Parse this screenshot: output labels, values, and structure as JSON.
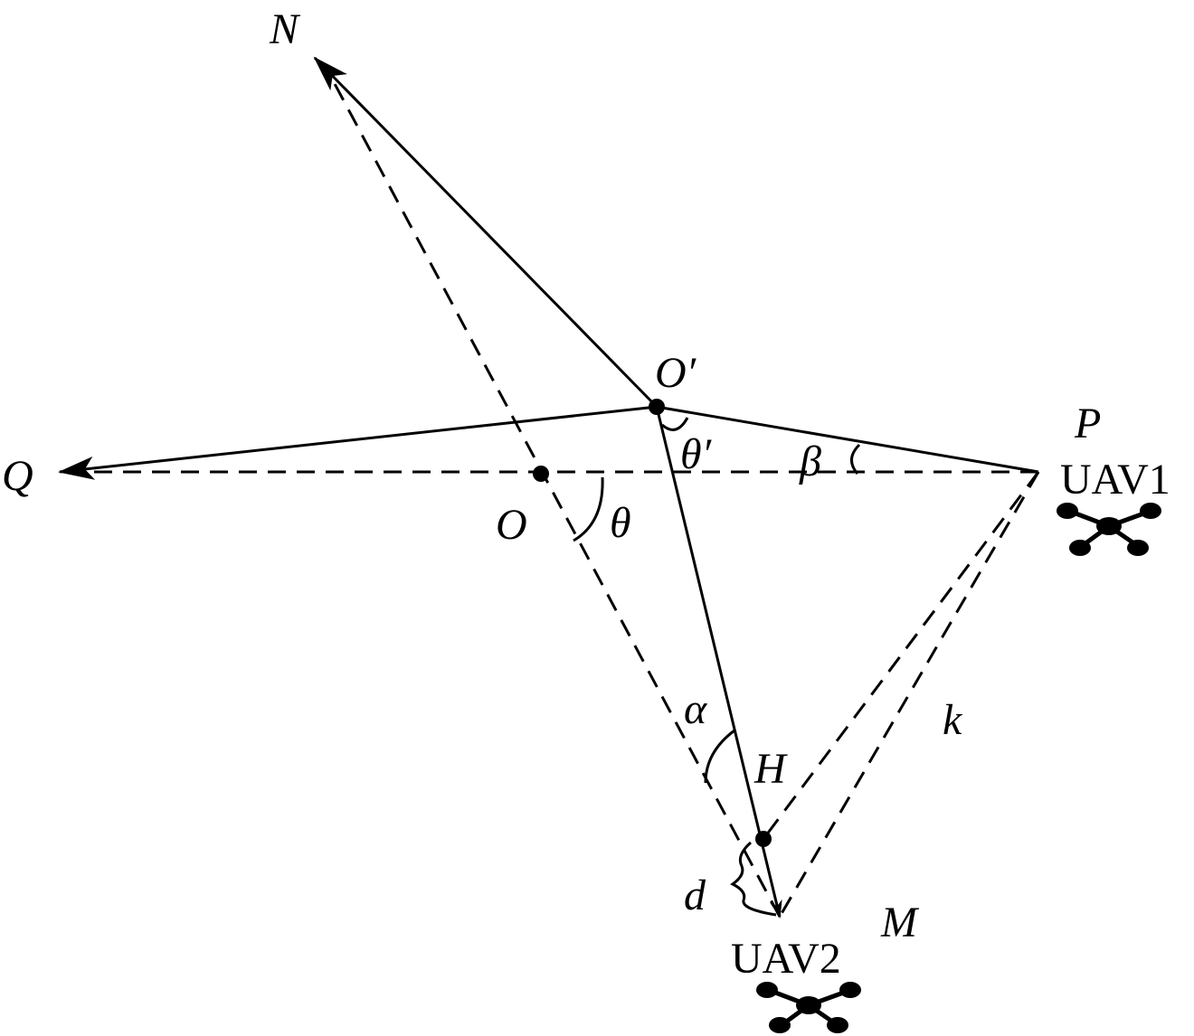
{
  "points": {
    "N": "N",
    "O_prime": "O′",
    "P": "P",
    "Q": "Q",
    "O": "O",
    "H": "H",
    "M": "M"
  },
  "angles": {
    "theta_prime": "θ′",
    "theta": "θ",
    "beta": "β",
    "alpha": "α"
  },
  "lengths": {
    "k": "k",
    "d": "d"
  },
  "drones": {
    "uav1": "UAV1",
    "uav2": "UAV2"
  },
  "icons": [
    "arrow-head-icon",
    "quadcopter-icon"
  ],
  "colors": {
    "stroke": "#000000",
    "background": "#ffffff"
  }
}
